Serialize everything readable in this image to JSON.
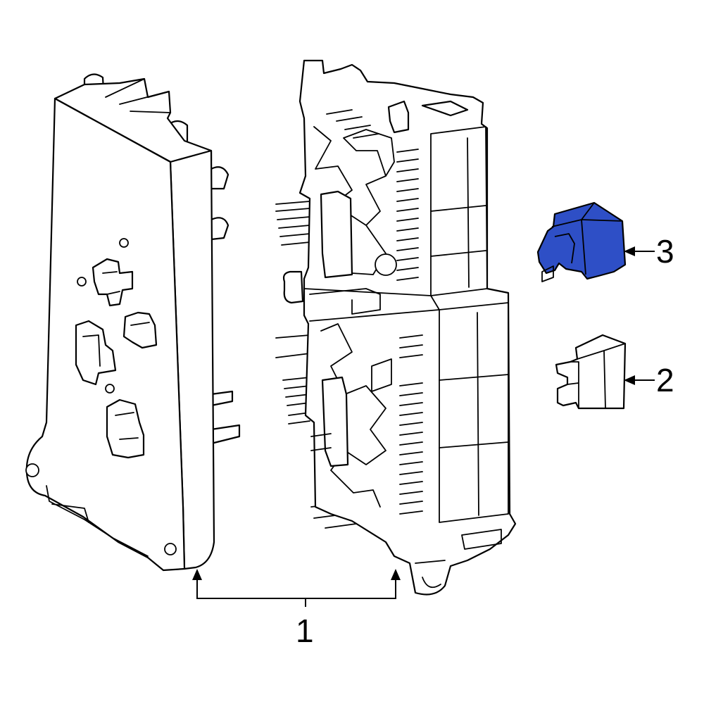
{
  "callouts": {
    "part_1": "1",
    "part_2": "2",
    "part_3": "3"
  },
  "colors": {
    "highlight": "#2e4fc6",
    "line": "#000000",
    "background": "#ffffff"
  }
}
